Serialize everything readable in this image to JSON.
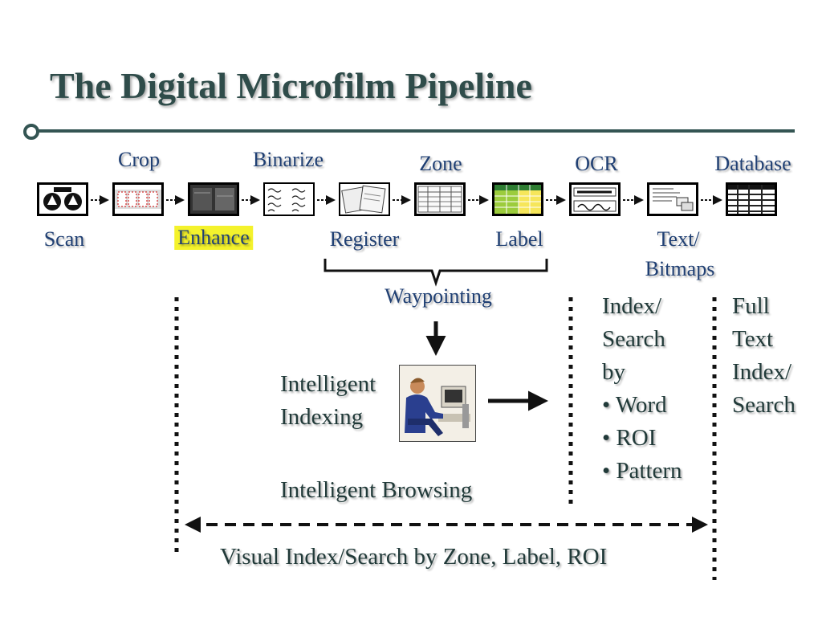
{
  "slide": {
    "title": "The Digital Microfilm Pipeline"
  },
  "pipeline": {
    "top_labels": [
      "Crop",
      "Binarize",
      "Zone",
      "OCR",
      "Database"
    ],
    "bottom_labels": [
      "Scan",
      "Enhance",
      "Register",
      "Label",
      "Text/",
      "Bitmaps"
    ],
    "highlighted_step": "Enhance",
    "thumbnail_icons": [
      "scanner-reels-icon",
      "film-crop-icon",
      "film-enhance-icon",
      "handwriting-binarize-icon",
      "register-pages-icon",
      "zone-table-icon",
      "label-spreadsheet-icon",
      "ocr-text-icon",
      "text-bitmaps-icon",
      "database-table-icon"
    ]
  },
  "waypointing": {
    "label": "Waypointing"
  },
  "intelligent": {
    "indexing_line1": "Intelligent",
    "indexing_line2": "Indexing",
    "browsing": "Intelligent Browsing",
    "photo_icon": "operator-at-workstation-icon"
  },
  "index_search": {
    "lines": [
      "Index/",
      "Search",
      "by",
      "• Word",
      "• ROI",
      "• Pattern"
    ]
  },
  "full_text": {
    "lines": [
      "Full",
      "Text",
      "Index/",
      "Search"
    ]
  },
  "visual_index": {
    "label": "Visual Index/Search by Zone, Label, ROI"
  }
}
